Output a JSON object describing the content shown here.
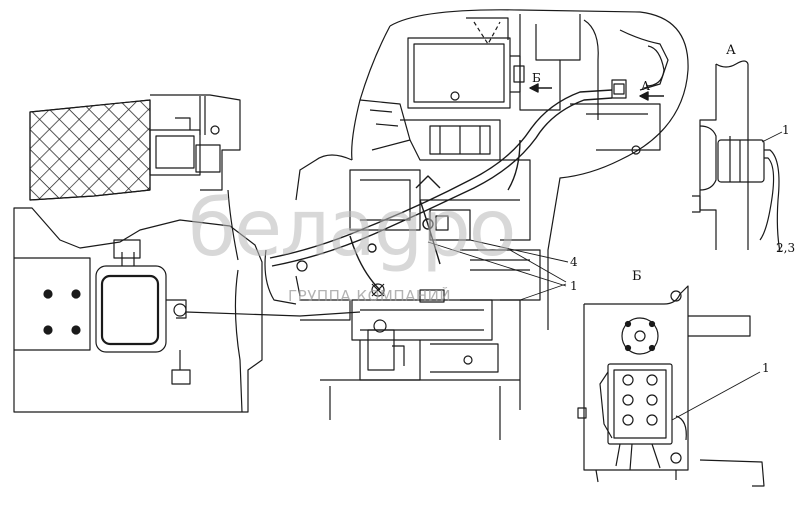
{
  "labels": {
    "view_a_title": "А",
    "view_b_title": "Б",
    "callout_b_arrow": "Б",
    "callout_a_arrow": "А",
    "part_4": "4",
    "part_1_main": "1",
    "part_1_view_a": "1",
    "part_23_view_a": "2,3",
    "part_1_view_b": "1"
  },
  "watermark": {
    "brand": "белаgро",
    "tagline": "ГРУППА КОМПАНИЙ"
  }
}
